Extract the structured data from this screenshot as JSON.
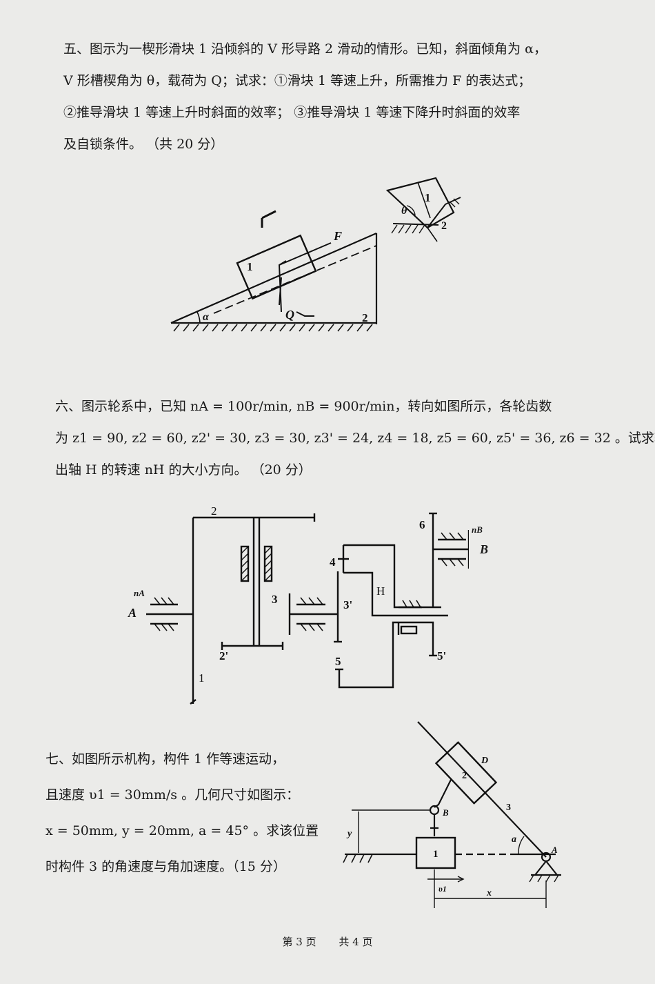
{
  "q5": {
    "lines": [
      "五、图示为一楔形滑块 1 沿倾斜的 V 形导路 2 滑动的情形。已知，斜面倾角为 α，",
      "V 形槽楔角为 θ，载荷为 Q；试求：①滑块 1 等速上升，所需推力 F 的表达式；",
      "②推导滑块 1 等速上升时斜面的效率；  ③推导滑块 1 等速下降升时斜面的效率",
      "及自锁条件。   （共 20 分）"
    ],
    "figure_labels": {
      "block": "1",
      "guide": "2",
      "force": "F",
      "load": "Q",
      "angle": "α",
      "wedge": "θ",
      "v_block": "1",
      "v_guide": "2"
    }
  },
  "q6": {
    "lines": [
      "六、图示轮系中，已知 nA = 100r/min, nB = 900r/min，转向如图所示，各轮齿数",
      "为 z1 = 90, z2 = 60, z2' = 30, z3 = 30, z3' = 24, z4 = 18, z5 = 60, z5' = 36, z6 = 32 。试求输",
      "出轴 H 的转速 nH 的大小方向。       （20 分）"
    ],
    "figure_labels": {
      "g1": "1",
      "g2": "2",
      "g2p": "2'",
      "g3": "3",
      "g3p": "3'",
      "g4": "4",
      "g5": "5",
      "g5p": "5'",
      "g6": "6",
      "carrier": "H",
      "shaftA": "A",
      "shaftB": "B",
      "nA": "nA",
      "nB": "nB"
    }
  },
  "q7": {
    "lines": [
      "七、如图所示机构，构件 1 作等速运动，",
      "且速度 υ1 = 30mm/s 。几何尺寸如图示：",
      "x = 50mm, y = 20mm, a = 45° 。求该位置",
      "时构件 3 的角速度与角加速度。（15 分）"
    ],
    "figure_labels": {
      "slider": "1",
      "block": "2",
      "link": "3",
      "pointA": "A",
      "pointB": "B",
      "pointD": "D",
      "dimY": "y",
      "dimX": "x",
      "angle": "a",
      "velocity": "υ1"
    }
  },
  "footer": {
    "page": "第 3 页",
    "total": "共 4 页"
  }
}
